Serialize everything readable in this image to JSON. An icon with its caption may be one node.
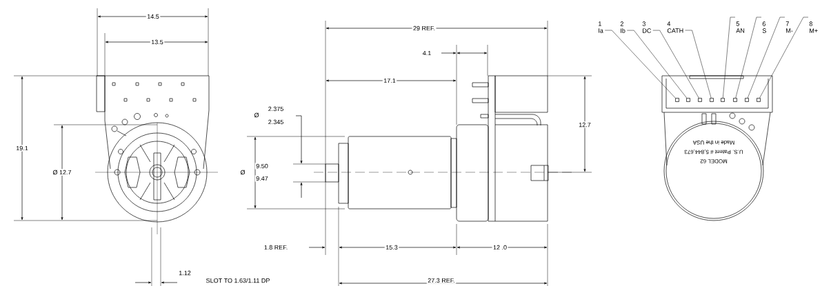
{
  "diagram": {
    "nodes": [
      {
        "text": [
          "1",
          "Ia"
        ]
      },
      {
        "text": [
          "2",
          "Ib"
        ]
      },
      {
        "text": [
          "3",
          "DC"
        ]
      },
      {
        "text": [
          "4",
          "CATH"
        ]
      },
      {
        "text": [
          "5",
          "AN"
        ]
      },
      {
        "text": [
          "6",
          "S"
        ]
      },
      {
        "text": [
          "7",
          "M-"
        ]
      },
      {
        "text": [
          "8",
          "M+"
        ]
      },
      {
        "text": [],
        "shape": "box"
      },
      {
        "text": [],
        "shape": "box"
      },
      {
        "text": [],
        "shape": "box"
      },
      {
        "text": [],
        "shape": "box"
      },
      {
        "text": [],
        "shape": "box"
      },
      {
        "text": [],
        "shape": "box"
      },
      {
        "text": [],
        "shape": "box"
      },
      {
        "text": [],
        "shape": "box"
      }
    ],
    "edges": [
      {
        "from": 0,
        "to": 8,
        "arrow": "none"
      },
      {
        "from": 1,
        "to": 9,
        "arrow": "none"
      },
      {
        "from": 2,
        "to": 10,
        "arrow": "none"
      },
      {
        "from": 3,
        "to": 11,
        "arrow": "none"
      },
      {
        "from": 4,
        "to": 12,
        "arrow": "none"
      },
      {
        "from": 5,
        "to": 13,
        "arrow": "none"
      },
      {
        "from": 6,
        "to": 14,
        "arrow": "none"
      },
      {
        "from": 7,
        "to": 15,
        "arrow": "none"
      }
    ],
    "labels": [
      "14.5",
      "13.5",
      "19.1",
      "Ø 12.7",
      "29 REF.",
      "4.1",
      "17.1",
      "Ø",
      "2.375",
      "2.345",
      "Ø",
      "9.50",
      "9.47",
      "12.7",
      "1.8 REF.",
      "15.3",
      "12 .0",
      "1.12",
      "SLOT TO 1.63/1.11 DP",
      "27.3 REF.",
      "MODEL 62",
      "U.S. Patent # 5,844,673",
      "Made in the USA"
    ]
  }
}
